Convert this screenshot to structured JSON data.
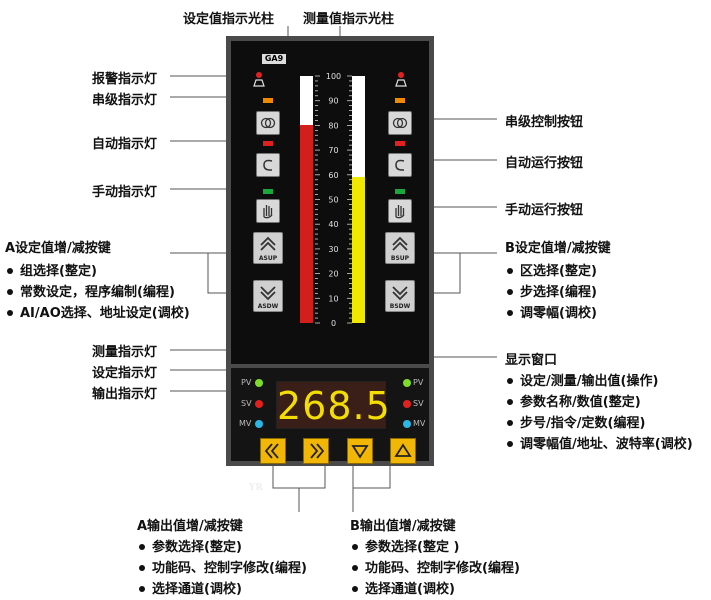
{
  "top_labels": {
    "sv_bar": "设定值指示光柱",
    "pv_bar": "测量值指示光柱"
  },
  "left_labels": {
    "alarm": "报警指示灯",
    "cascade": "串级指示灯",
    "auto": "自动指示灯",
    "manual": "手动指示灯",
    "pv": "测量指示灯",
    "sv": "设定指示灯",
    "mv": "输出指示灯"
  },
  "right_labels": {
    "cascade_btn": "串级控制按钮",
    "auto_btn": "自动运行按钮",
    "manual_btn": "手动运行按钮",
    "display_window": "显示窗口"
  },
  "a_keys": {
    "title": "A设定值增/减按键",
    "items": [
      "组选择(整定)",
      "常数设定，程序编制(编程)",
      "AI/AO选择、地址设定(调校)"
    ]
  },
  "b_keys": {
    "title": "B设定值增/减按键",
    "items": [
      "区选择(整定)",
      "步选择(编程)",
      "调零幅(调校)"
    ]
  },
  "display_window_items": [
    "设定/测量/输出值(操作)",
    "参数名称/数值(整定)",
    "步号/指令/定数(编程)",
    "调零幅值/地址、波特率(调校)"
  ],
  "a_out": {
    "title": "A输出值增/减按键",
    "items": [
      "参数选择(整定)",
      "功能码、控制字修改(编程)",
      "选择通道(调校)"
    ]
  },
  "b_out": {
    "title": "B输出值增/减按键",
    "items": [
      "参数选择(整定 )",
      "功能码、控制字修改(编程)",
      "选择通道(调校)"
    ]
  },
  "device": {
    "logo": "GA9",
    "display_value": "268.5",
    "brand": "YR",
    "scale_labels": [
      "100",
      "90",
      "80",
      "70",
      "60",
      "50",
      "40",
      "30",
      "20",
      "10",
      "0"
    ],
    "asup": "ASUP",
    "asdw": "ASDW",
    "bsup": "BSUP",
    "bsdw": "BSDW",
    "pv_led": "PV",
    "sv_led": "SV",
    "mv_led": "MV",
    "left_bar_value": 80,
    "right_bar_value": 59,
    "left_bar_color": "#d21f1b",
    "right_bar_color": "#f0e800",
    "pv_led_color": "#7fdc2a",
    "sv_led_color": "#e32020",
    "mv_led_color": "#29b7e5",
    "button_color": "#f2b705"
  }
}
